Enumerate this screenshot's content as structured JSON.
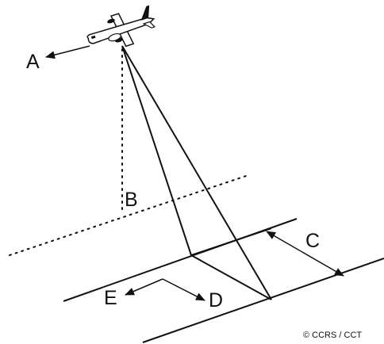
{
  "diagram": {
    "labels": {
      "a": "A",
      "b": "B",
      "c": "C",
      "d": "D",
      "e": "E"
    },
    "credit": "© CCRS / CCT"
  },
  "colors": {
    "ink": "#111111",
    "background": "#ffffff"
  },
  "icons": {
    "aircraft": "airplane-icon"
  }
}
